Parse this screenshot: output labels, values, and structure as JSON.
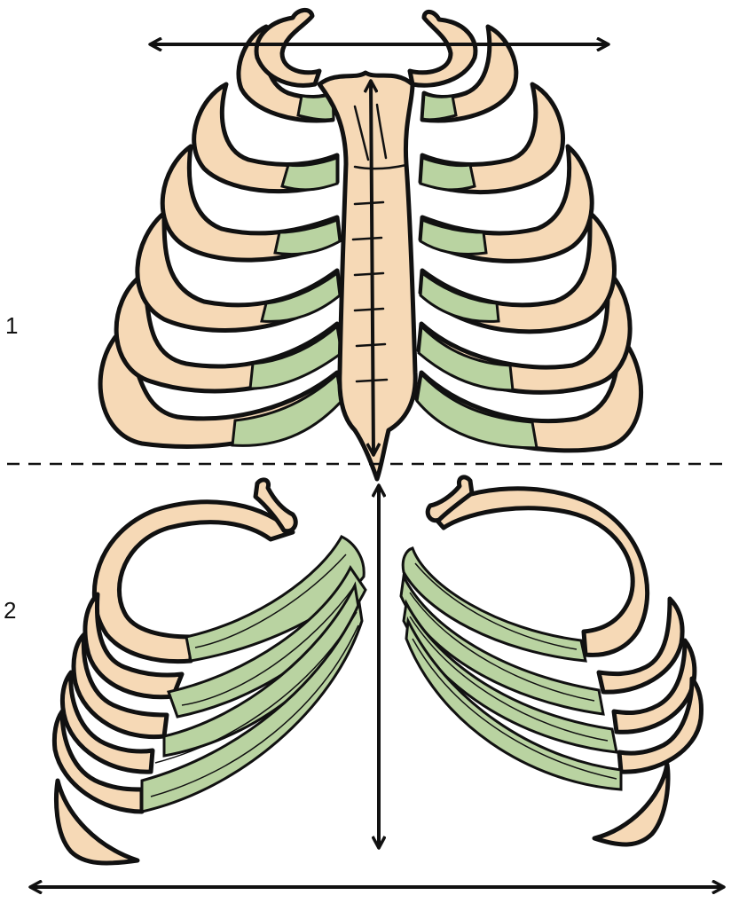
{
  "labels": {
    "section_1": "1",
    "section_2": "2"
  },
  "colors": {
    "bone": "#F6D9B6",
    "cartilage": "#B9D3A1",
    "outline": "#111111",
    "background": "#FFFFFF"
  },
  "icons": {
    "arrow": "double-headed-arrow",
    "divider": "dashed-line"
  }
}
